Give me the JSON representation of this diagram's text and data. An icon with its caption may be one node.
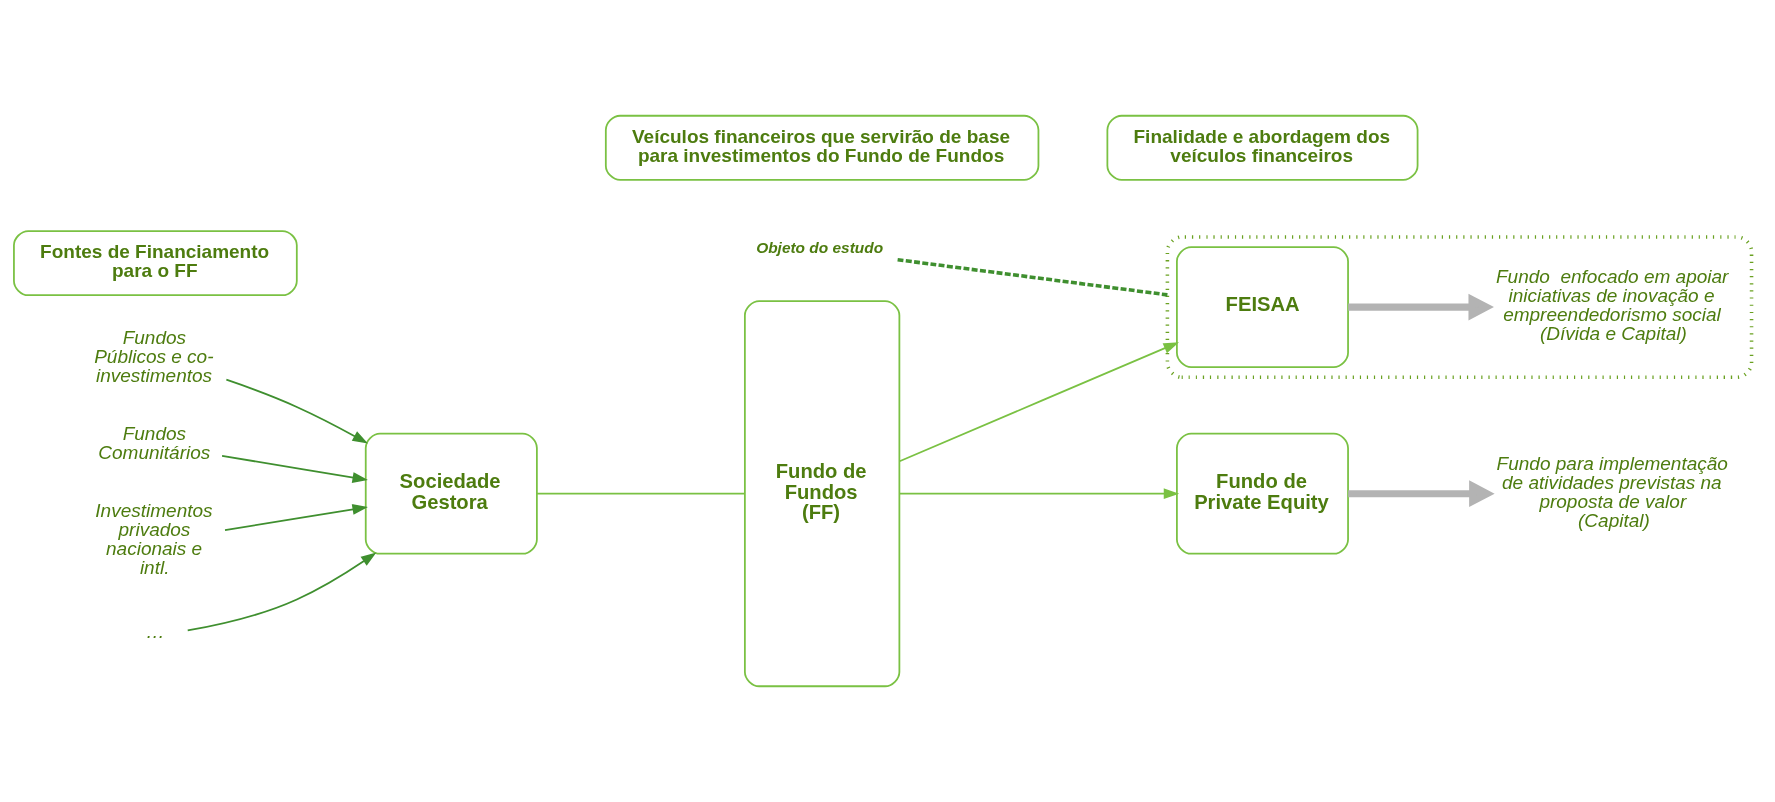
{
  "diagram": {
    "nodes": [
      {
        "text": [
          "Fontes de Financiamento para o FF"
        ]
      },
      {
        "text": [
          "Veículos financeiros que servirão de base para investimentos do Fundo de Fundos"
        ]
      },
      {
        "text": [
          "Finalidade e abordagem dos veículos financeiros"
        ]
      },
      {
        "text": [
          "Fundos Públicos e co-investimentos"
        ]
      },
      {
        "text": [
          "Fundos Comunitários"
        ]
      },
      {
        "text": [
          "Investimentos privados nacionais e intl."
        ]
      },
      {
        "text": [
          "…"
        ]
      },
      {
        "text": [
          "Sociedade Gestora"
        ]
      },
      {
        "text": [
          "Fundo de Fundos (FF)"
        ]
      },
      {
        "text": [
          "Fundo de Private Equity"
        ]
      },
      {
        "text": [
          "Fundo para implementação de atividades previstas na proposta de valor (Capital)"
        ]
      },
      {
        "text": [
          "Objeto do estudo"
        ]
      },
      {
        "text": [],
        "shape": "box"
      },
      {
        "text": [
          "FEISAA"
        ],
        "in": 12
      },
      {
        "text": [
          "Fundo  enfocado em apoiar iniciativas de inovação e empreendedorismo social (Dívida e Capital)"
        ],
        "in": 12
      }
    ],
    "edges": [
      {
        "from": 3,
        "to": 7,
        "arrow": "to"
      },
      {
        "from": 4,
        "to": 7,
        "arrow": "to"
      },
      {
        "from": 5,
        "to": 7,
        "arrow": "to"
      },
      {
        "from": 6,
        "to": 7,
        "arrow": "to"
      },
      {
        "from": 7,
        "to": 8,
        "arrow": "none",
        "color": "#7ac143"
      },
      {
        "from": 8,
        "to": 9,
        "arrow": "to",
        "color": "#7ac143"
      },
      {
        "from": 8,
        "to": 13,
        "arrow": "to",
        "color": "#7ac143"
      },
      {
        "from": 9,
        "to": 10,
        "arrow": "to",
        "style": "thick",
        "color": "#b3b3b3"
      },
      {
        "from": 13,
        "to": 14,
        "arrow": "to",
        "style": "thick",
        "color": "#b3b3b3"
      },
      {
        "from": 11,
        "to": 12,
        "arrow": "none",
        "style": "dashed"
      }
    ]
  }
}
